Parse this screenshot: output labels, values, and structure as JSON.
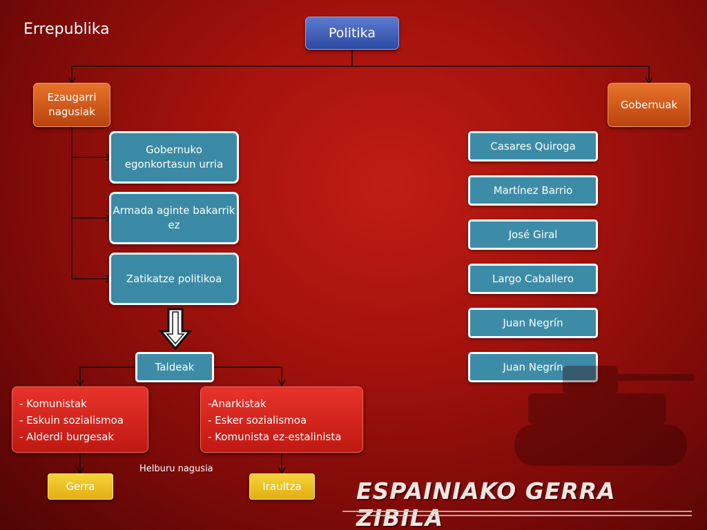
{
  "title": "Errepublika",
  "root": {
    "label": "Politika"
  },
  "ezaugarriak": {
    "label": "Ezaugarri nagusiak",
    "items": [
      "Gobernuko egonkortasun urria",
      "Armada aginte bakarrik ez",
      "Zatikatze politikoa"
    ]
  },
  "gobernuak": {
    "label": "Gobernuak",
    "items": [
      "Casares Quiroga",
      "Martínez Barrio",
      "José Giral",
      "Largo Caballero",
      "Juan Negrín",
      "Juan Negrín"
    ]
  },
  "taldeak": {
    "label": "Taldeak",
    "left_group": [
      "- Komunistak",
      "- Eskuin sozialismoa",
      "- Alderdi burgesak"
    ],
    "right_group": [
      "-Anarkistak",
      "- Esker sozialismoa",
      "- Komunista ez-estalinista"
    ]
  },
  "helburuak": {
    "caption": "Helburu nagusia",
    "left": "Gerra",
    "right": "Iraultza"
  },
  "brand": {
    "text": "ESPAINIAKO GERRA ZIBILA"
  },
  "colors": {
    "background": "#a5120d",
    "root_box": "#3f5fbf",
    "orange_box": "#d65a1c",
    "teal_box": "#3a8aa5",
    "red_box": "#d9261e",
    "yellow_box": "#f0c427",
    "connector": "#111111"
  }
}
